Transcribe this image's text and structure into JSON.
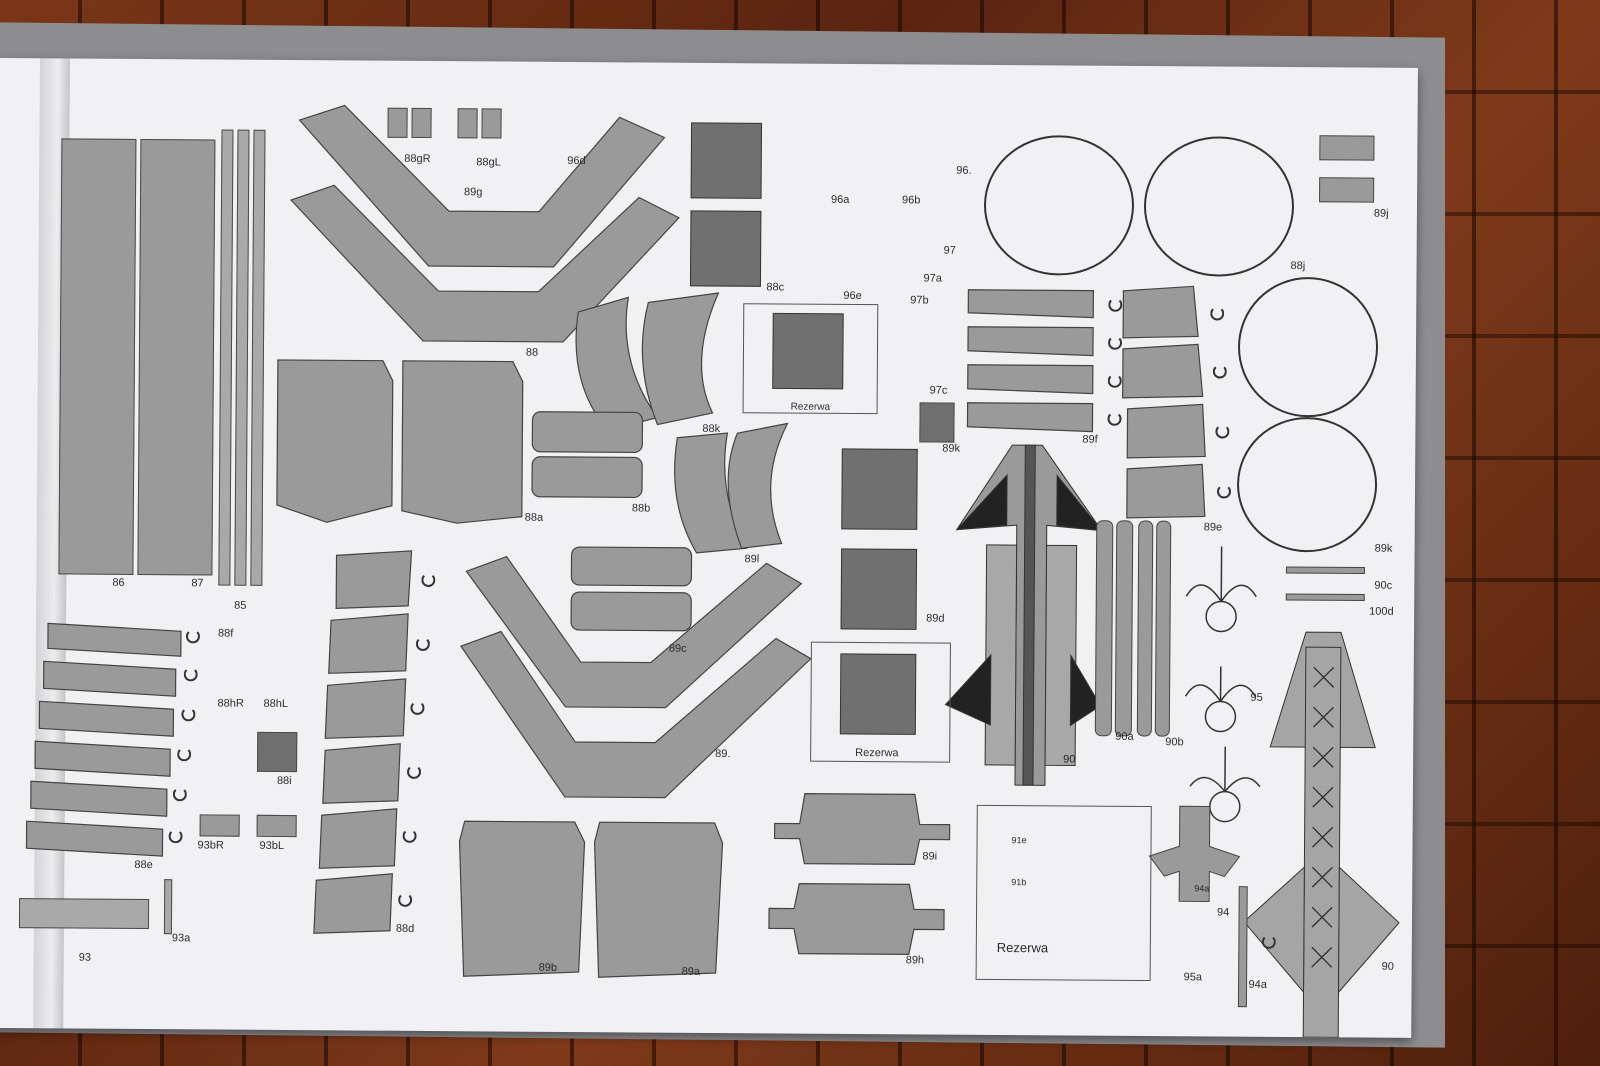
{
  "photo": {
    "subject": "Paper model cutting sheet photographed on wooden floor",
    "colors": {
      "floor": "#6a2e14",
      "sheet": "#f1f1f4",
      "part": "#9a9a9a",
      "ink": "#333333"
    }
  },
  "labels": {
    "l86": "86",
    "l87": "87",
    "l85": "85",
    "l88gR": "88gR",
    "l88gL": "88gL",
    "l96d": "96d",
    "l89g": "89g",
    "l88": "88",
    "l88a": "88a",
    "l88k": "88k",
    "l88b": "88b",
    "l89l": "89l",
    "l88c": "88c",
    "l96a": "96a",
    "l96b": "96b",
    "l96": "96.",
    "l97": "97",
    "l97a": "97a",
    "l96e": "96e",
    "l97b": "97b",
    "l97c": "97c",
    "l89k": "89k",
    "rez1": "Rezerwa",
    "rez2": "Rezerwa",
    "rez3": "Rezerwa",
    "l88j": "88j",
    "l89j": "89j",
    "l89f": "89f",
    "l89e": "89e",
    "l89k2": "89k",
    "l90c": "90c",
    "l100d": "100d",
    "l88f": "88f",
    "l88hR": "88hR",
    "l88hL": "88hL",
    "l88i": "88i",
    "l88e": "88e",
    "l93bR": "93bR",
    "l93bL": "93bL",
    "l93": "93",
    "l93a": "93a",
    "l88d": "88d",
    "l89c": "89c",
    "l89": "89.",
    "l89b": "89b",
    "l89a": "89a",
    "l89d": "89d",
    "l89i": "89i",
    "l89h": "89h",
    "l90": "90",
    "l90a": "90a",
    "l90b": "90b",
    "l95": "95",
    "l94": "94",
    "l95a": "95a",
    "l94a": "94a",
    "l90r": "90",
    "l91e": "91e",
    "l91b": "91b",
    "l94a2": "94a"
  }
}
